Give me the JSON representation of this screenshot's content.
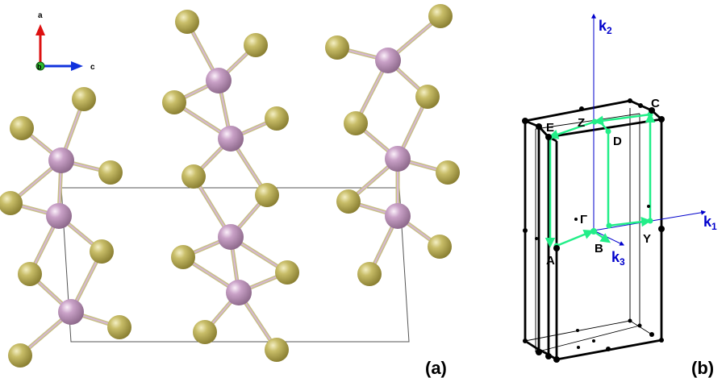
{
  "panel_a": {
    "label": "(a)",
    "axes": {
      "a": "a",
      "b": "b",
      "c": "c"
    },
    "colors": {
      "atom_s": "#b5aa55",
      "atom_p": "#c79bc4",
      "bond_s": "#c9c27f",
      "bond_p": "#cfa6cc",
      "cell": "#555555"
    }
  },
  "panel_b": {
    "label": "(b)",
    "k1": {
      "base": "k",
      "sub": "1"
    },
    "k2": {
      "base": "k",
      "sub": "2"
    },
    "k3": {
      "base": "k",
      "sub": "3"
    },
    "points": {
      "E": "E",
      "Z": "Z",
      "C": "C",
      "D": "D",
      "G": "Γ",
      "B": "B",
      "Y": "Y",
      "A": "A"
    },
    "colors": {
      "path": "#22ee88",
      "axis": "#0000cc",
      "box": "#000000"
    }
  }
}
